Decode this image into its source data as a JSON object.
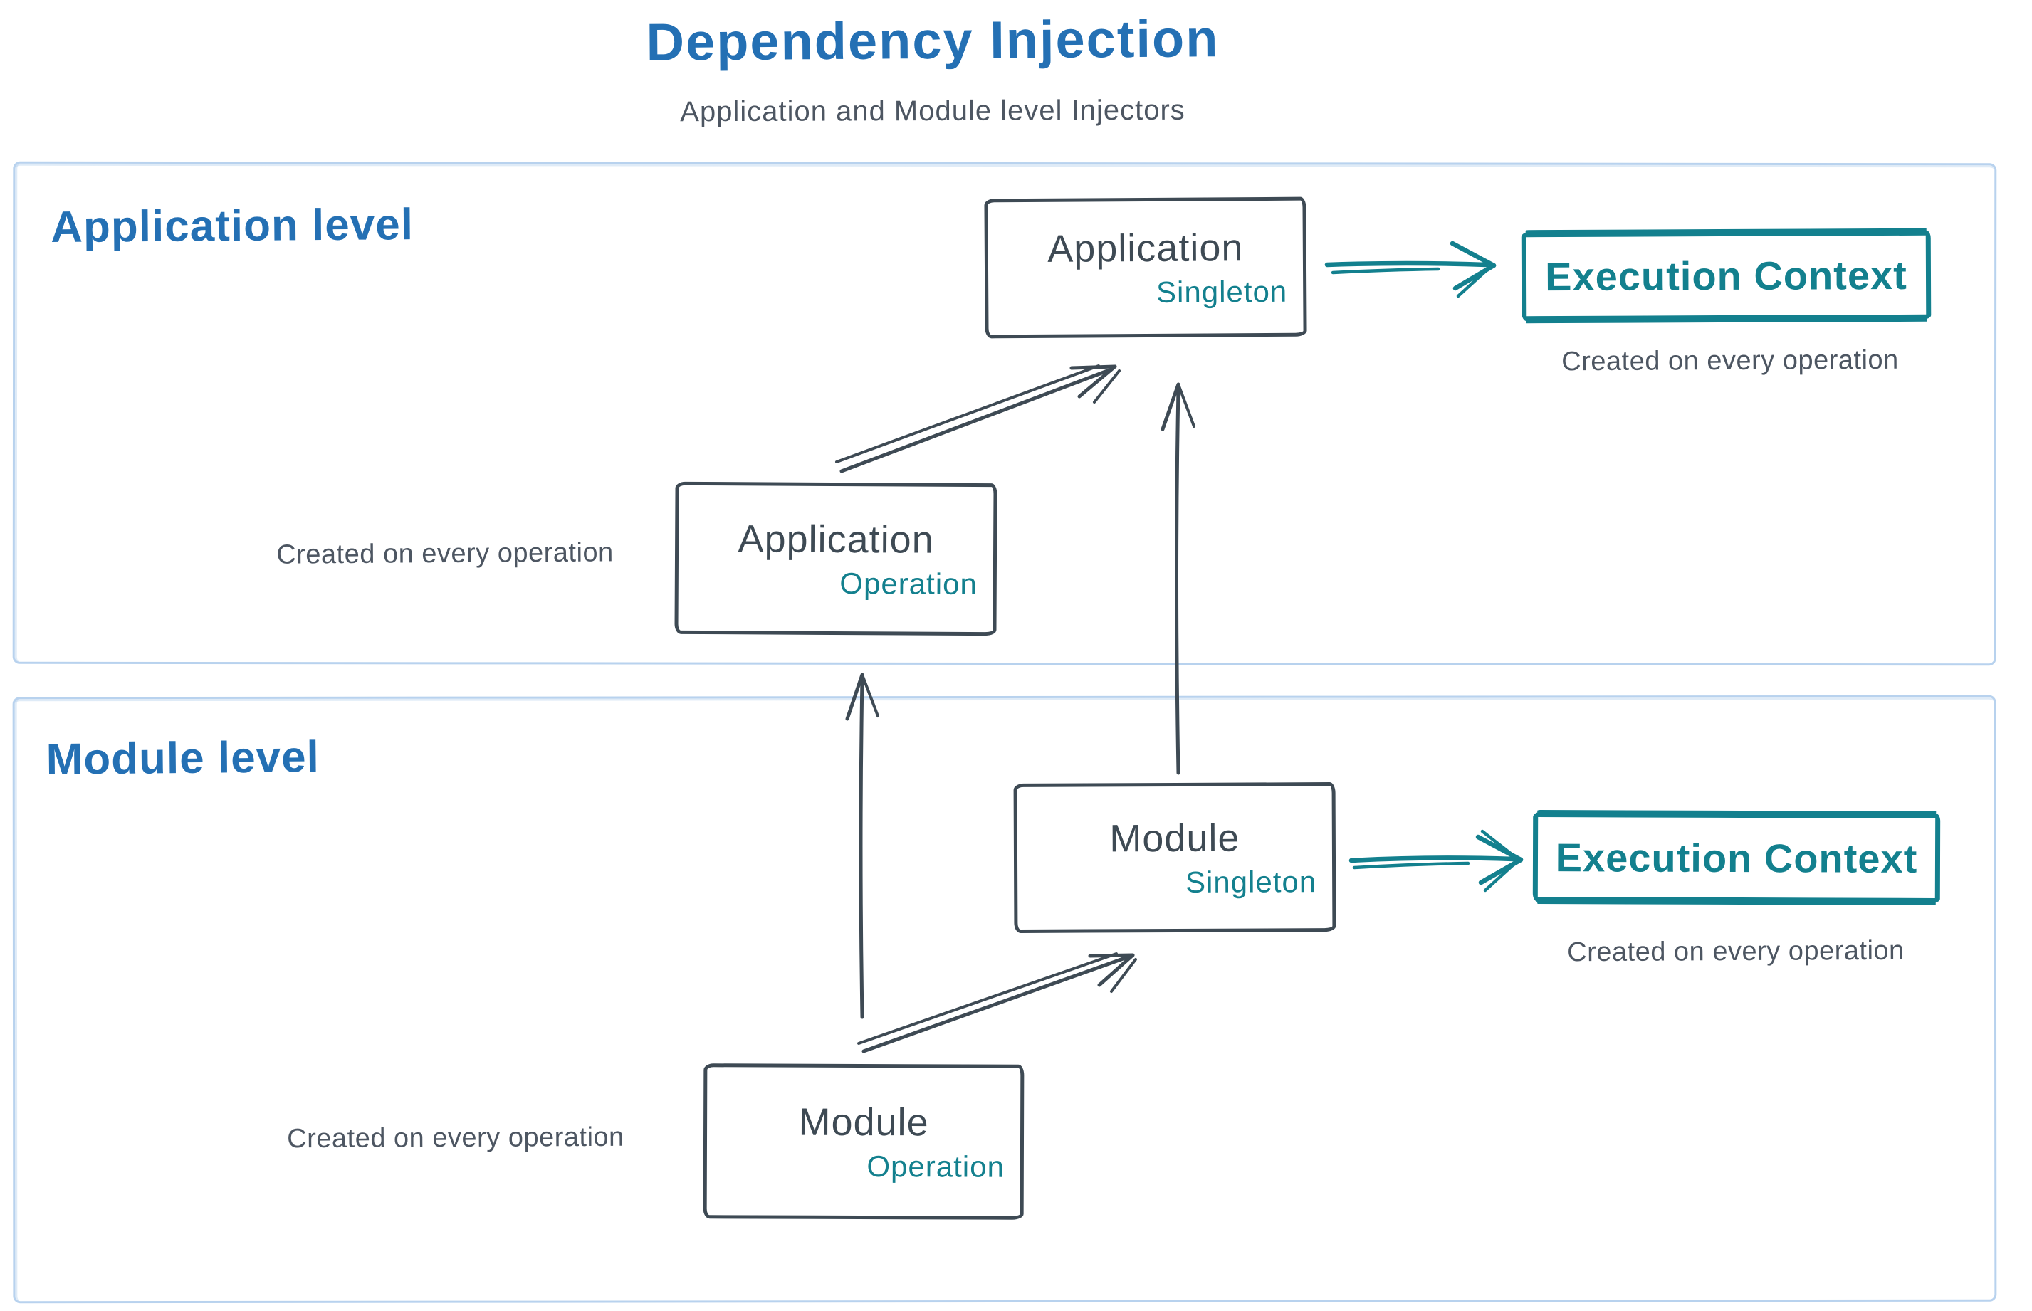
{
  "title": "Dependency Injection",
  "subtitle": "Application and Module level Injectors",
  "sections": {
    "application": {
      "label": "Application level"
    },
    "module": {
      "label": "Module level"
    }
  },
  "boxes": {
    "app_singleton": {
      "name": "Application",
      "scope": "Singleton"
    },
    "app_operation": {
      "name": "Application",
      "scope": "Operation"
    },
    "module_singleton": {
      "name": "Module",
      "scope": "Singleton"
    },
    "module_operation": {
      "name": "Module",
      "scope": "Operation"
    },
    "app_execution_context": {
      "name": "Execution Context"
    },
    "module_execution_context": {
      "name": "Execution Context"
    }
  },
  "captions": {
    "app_execution_context": "Created on every operation",
    "app_operation": "Created on every operation",
    "module_execution_context": "Created on every operation",
    "module_operation": "Created on every operation"
  },
  "colors": {
    "blue": "#2470b4",
    "teal": "#13808e",
    "dark": "#3e4a54",
    "gray": "#4d5662",
    "section_border": "#b8d2ee"
  }
}
